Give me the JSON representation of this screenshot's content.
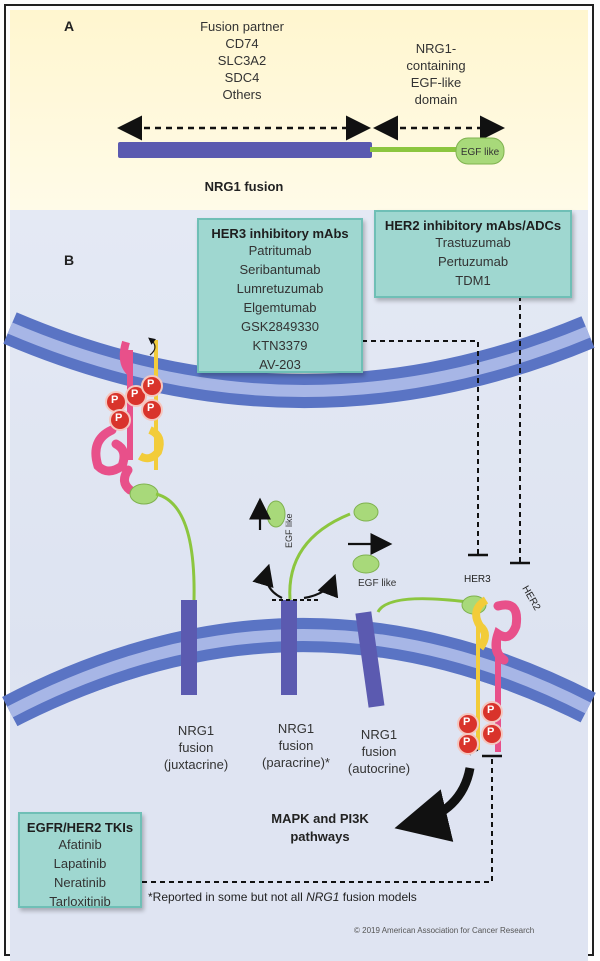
{
  "panel_a": {
    "letter": "A",
    "partner_lines": [
      "Fusion partner",
      "CD74",
      "SLC3A2",
      "SDC4",
      "Others"
    ],
    "nrg1_lines": [
      "NRG1-",
      "containing",
      "EGF-like",
      "domain"
    ],
    "egf_label": "EGF like",
    "fusion_label": "NRG1 fusion"
  },
  "panel_b": {
    "letter": "B",
    "her3_box": {
      "title": "HER3 inhibitory mAbs",
      "items": [
        "Patritumab",
        "Seribantumab",
        "Lumretuzumab",
        "Elgemtumab",
        "GSK2849330",
        "KTN3379",
        "AV-203"
      ]
    },
    "her2_box": {
      "title": "HER2 inhibitory mAbs/ADCs",
      "items": [
        "Trastuzumab",
        "Pertuzumab",
        "TDM1"
      ]
    },
    "tki_box": {
      "title": "EGFR/HER2 TKIs",
      "items": [
        "Afatinib",
        "Lapatinib",
        "Neratinib",
        "Tarloxitinib"
      ]
    },
    "phospho_label": "P",
    "egf_like_up": "EGF like",
    "egf_like_right": "EGF like",
    "receptor_her3": "HER3",
    "receptor_her2": "HER2",
    "fusion_juxtacrine": [
      "NRG1",
      "fusion",
      "(juxtacrine)"
    ],
    "fusion_paracrine": [
      "NRG1",
      "fusion",
      "(paracrine)*"
    ],
    "fusion_autocrine": [
      "NRG1",
      "fusion",
      "(autocrine)"
    ],
    "pathways": [
      "MAPK and PI3K",
      "pathways"
    ],
    "footnote_prefix": "*Reported in some but not all ",
    "footnote_italic": "NRG1",
    "footnote_suffix": " fusion models",
    "copyright": "© 2019 American Association for Cancer Research"
  },
  "colors": {
    "panel_a_bg": "#fff6cf",
    "panel_b_bg": "#e2e7f3",
    "membrane": "#5a74c4",
    "fusion_bar": "#5b5ab0",
    "linker": "#8cc63f",
    "egf_like": "#a8d97a",
    "her2_pink": "#e8508a",
    "her3_yellow": "#f2cc3a",
    "phospho_red": "#d9332b",
    "drug_box": "#9fd7d0"
  }
}
